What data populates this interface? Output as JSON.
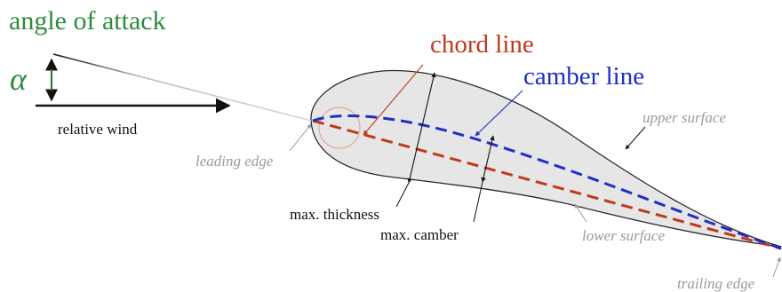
{
  "labels": {
    "angle_of_attack": "angle of attack",
    "alpha_symbol": "α",
    "relative_wind": "relative wind",
    "chord_line": "chord line",
    "camber_line": "camber line",
    "upper_surface": "upper surface",
    "lower_surface": "lower surface",
    "leading_edge": "leading edge",
    "trailing_edge": "trailing edge",
    "max_thickness": "max. thickness",
    "max_camber": "max. camber"
  },
  "colors": {
    "angle_green": "#2e8b3e",
    "chord_red": "#c0391b",
    "camber_blue": "#1f2fc4",
    "airfoil_fill": "#e6e6e6",
    "airfoil_stroke": "#2a2a2a",
    "muted_label": "#9a9a9a",
    "text_black": "#111111"
  }
}
